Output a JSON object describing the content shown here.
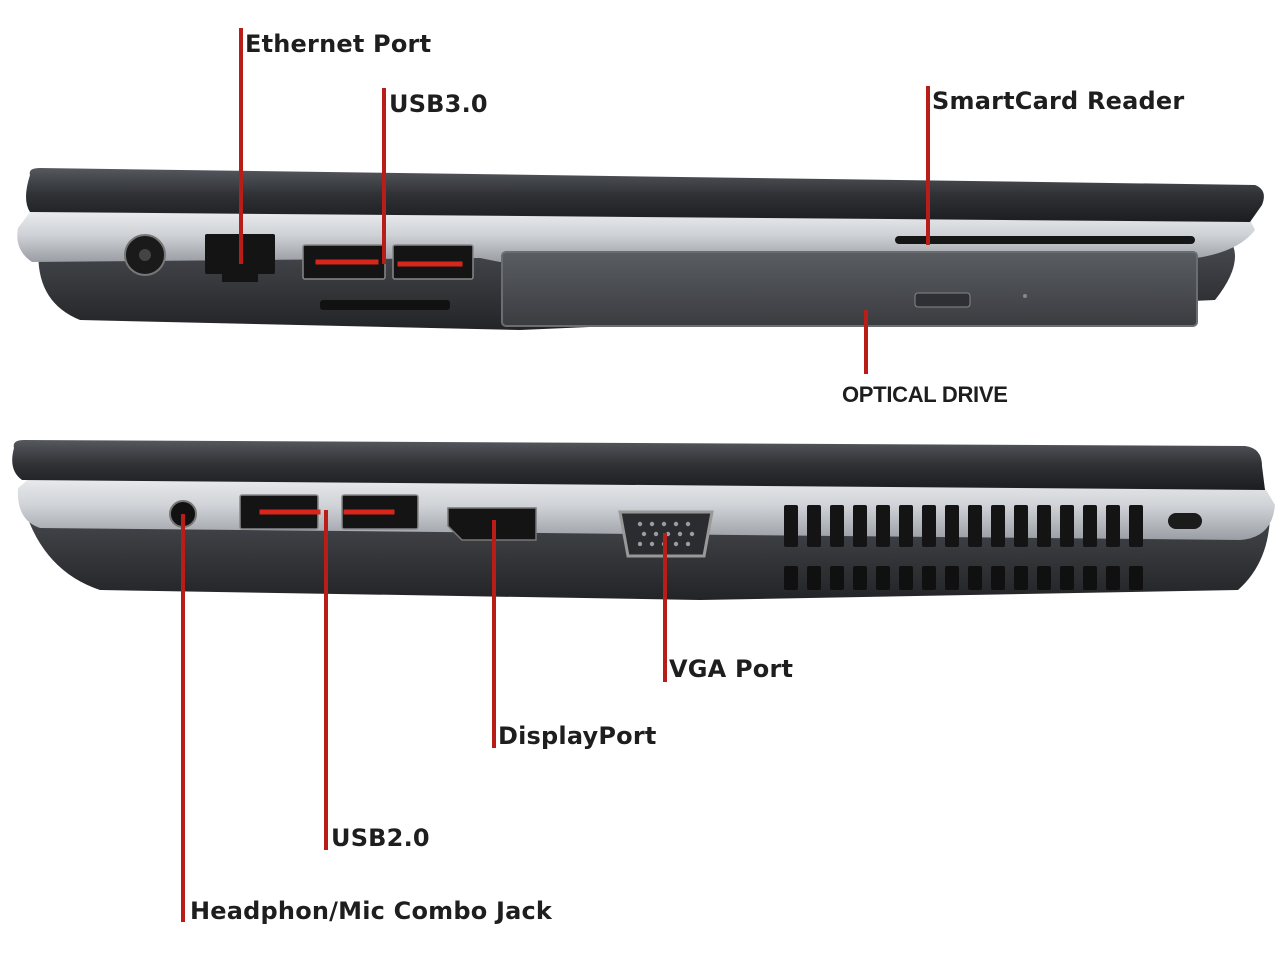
{
  "colors": {
    "callout_line": "#b81d17",
    "usb_marker": "#d9261c",
    "label_text": "#1e1e1e",
    "chassis_dark": "#2b2d30",
    "chassis_silver": "#c9ccd0",
    "port_black": "#141414"
  },
  "views": [
    {
      "name": "left-side-view",
      "callouts": [
        {
          "id": "ethernet-port",
          "label": "Ethernet Port"
        },
        {
          "id": "usb3",
          "label": "USB3.0"
        },
        {
          "id": "smartcard-reader",
          "label": "SmartCard Reader"
        },
        {
          "id": "optical-drive",
          "label": "OPTICAL DRIVE"
        }
      ]
    },
    {
      "name": "right-side-view",
      "callouts": [
        {
          "id": "vga-port",
          "label": "VGA Port"
        },
        {
          "id": "displayport",
          "label": "DisplayPort"
        },
        {
          "id": "usb2",
          "label": "USB2.0"
        },
        {
          "id": "headphone-jack",
          "label": "Headphon/Mic Combo Jack"
        }
      ]
    }
  ]
}
